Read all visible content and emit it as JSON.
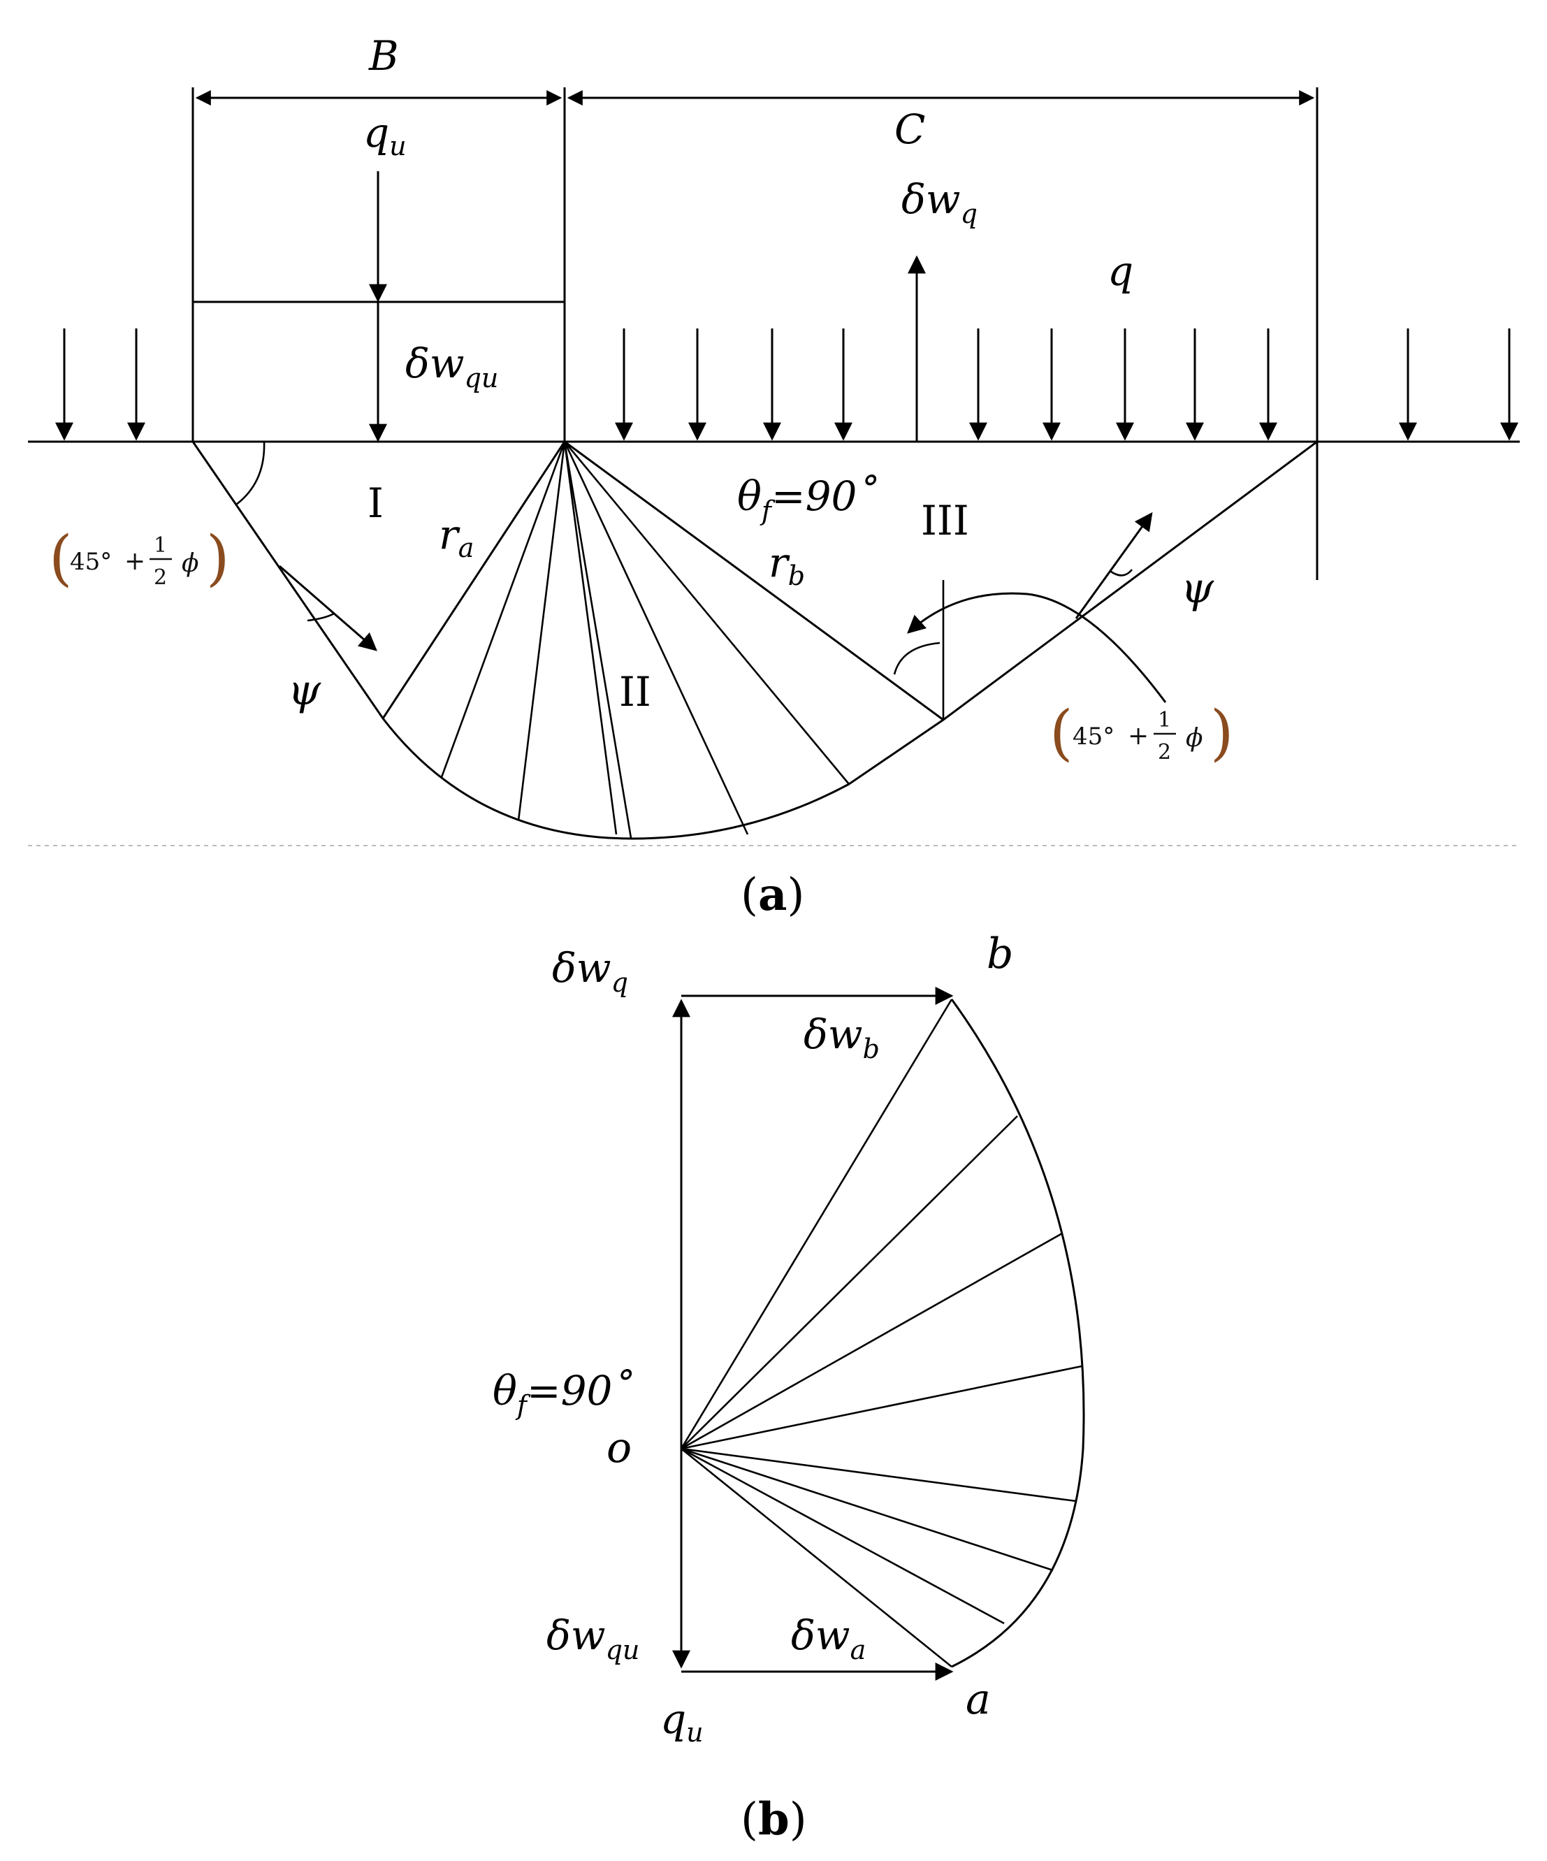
{
  "panel_a": {
    "caption": "a",
    "labels": {
      "B": "B",
      "C": "C",
      "qu_base": "q",
      "qu_sub": "u",
      "dwq_base": "δw",
      "dwq_sub": "q",
      "q": "q",
      "dwqu_base": "δw",
      "dwqu_sub": "qu",
      "zone_I": "I",
      "zone_II": "II",
      "zone_III": "III",
      "ra_base": "r",
      "ra_sub": "a",
      "rb_base": "r",
      "rb_sub": "b",
      "theta_base": "θ",
      "theta_sub": "f",
      "theta_val": "=90˚",
      "psi_left": "ψ",
      "psi_right": "ψ",
      "angle_left": {
        "deg": "45°",
        "plus": "+",
        "num": "1",
        "den": "2",
        "phi": "ϕ"
      },
      "angle_right": {
        "deg": "45°",
        "plus": "+",
        "num": "1",
        "den": "2",
        "phi": "ϕ"
      }
    }
  },
  "panel_b": {
    "caption": "b",
    "labels": {
      "dwq_base": "δw",
      "dwq_sub": "q",
      "b": "b",
      "dwb_base": "δw",
      "dwb_sub": "b",
      "theta_base": "θ",
      "theta_sub": "f",
      "theta_val": "=90˚",
      "o": "o",
      "dwqu_base": "δw",
      "dwqu_sub": "qu",
      "dwa_base": "δw",
      "dwa_sub": "a",
      "a": "a",
      "qu_base": "q",
      "qu_sub": "u"
    }
  },
  "colors": {
    "ink": "#000000",
    "angle_bracket": "#8a4b1e",
    "angle_text": "#1a1a1a"
  }
}
